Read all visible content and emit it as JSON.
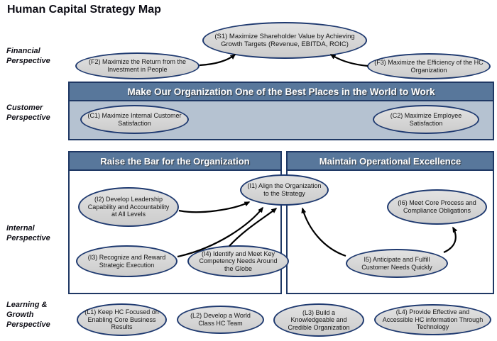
{
  "title": "Human Capital Strategy Map",
  "perspectives": {
    "financial": "Financial Perspective",
    "customer": "Customer Perspective",
    "internal": "Internal Perspective",
    "learning": "Learning & Growth Perspective"
  },
  "banners": {
    "customer": "Make Our Organization One of the Best Places in the World to Work",
    "internal_left": "Raise the Bar for the Organization",
    "internal_right": "Maintain Operational Excellence"
  },
  "nodes": {
    "s1": "(S1) Maximize Shareholder Value by Achieving Growth Targets (Revenue, EBITDA, ROIC)",
    "f2": "(F2)  Maximize the Return from the Investment in People",
    "f3": "(F3) Maximize the Efficiency of the HC Organization",
    "c1": "(C1) Maximize Internal Customer Satisfaction",
    "c2": "(C2) Maximize Employee Satisfaction",
    "i1": "(I1) Align the Organization to the Strategy",
    "i2": "(I2) Develop Leadership Capability and Accountability at All Levels",
    "i3": "(I3) Recognize and Reward Strategic Execution",
    "i4": "(I4) Identify and Meet Key Competency Needs Around the Globe",
    "i5": "I5) Anticipate and Fulfill Customer Needs Quickly",
    "i6": "(I6) Meet Core Process and Compliance Obligations",
    "l1": "(L1) Keep HC Focused on Enabling Core Business Results",
    "l2": "(L2) Develop a World Class HC Team",
    "l3": "(L3) Build a Knowledgeable and Credible Organization",
    "l4": "(L4)  Provide Effective and Accessible HC information Through Technology"
  },
  "edges": [
    {
      "from": "F2",
      "to": "S1"
    },
    {
      "from": "F3",
      "to": "S1"
    },
    {
      "from": "I2",
      "to": "I1"
    },
    {
      "from": "I3",
      "to": "I1"
    },
    {
      "from": "I4",
      "to": "I1"
    },
    {
      "from": "I5",
      "to": "I1"
    },
    {
      "from": "I5",
      "to": "I6"
    }
  ],
  "colors": {
    "node_fill": "#d6d6d6",
    "node_border": "#1f3a70",
    "banner_fill": "#58779b",
    "banner_border": "#1f3864",
    "customer_body": "#b5c2d1",
    "arrow": "#000000",
    "title_text": "#0e0e16",
    "header_text": "#ffffff"
  }
}
